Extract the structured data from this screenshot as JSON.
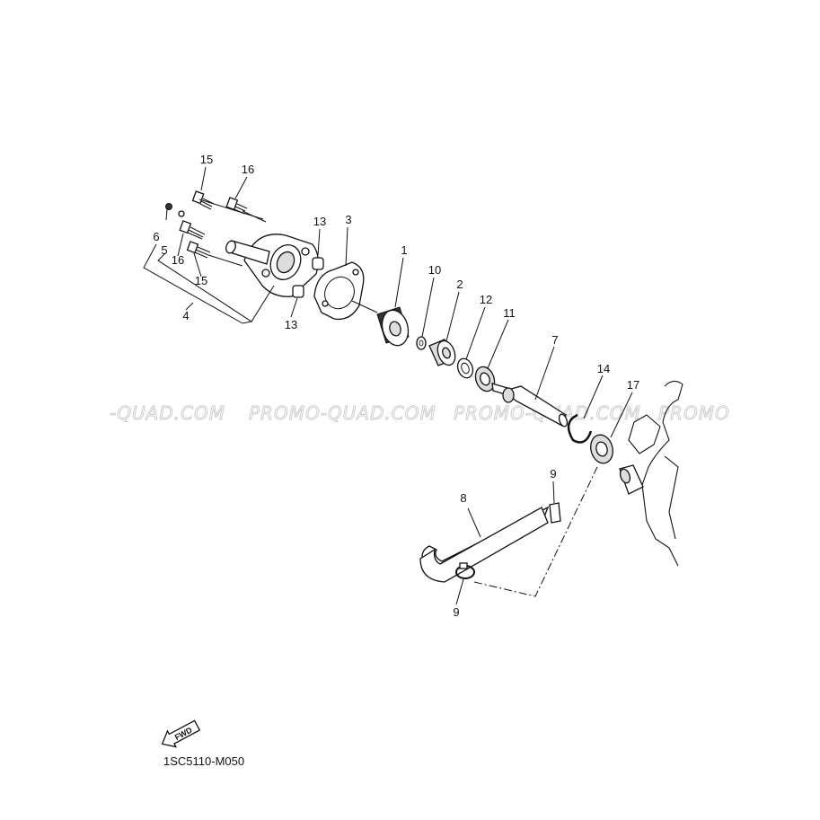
{
  "watermark": {
    "texts": [
      "-QUAD.COM",
      "PROMO-QUAD.COM",
      "PROMO-QUAD.COM",
      "PROMO"
    ],
    "color": "#c8c8c8"
  },
  "diagram_code": "1SC5110-M050",
  "fwd_label": "FWD",
  "callouts": {
    "c1": "1",
    "c2": "2",
    "c3": "3",
    "c4": "4",
    "c5": "5",
    "c6": "6",
    "c7": "7",
    "c8": "8",
    "c9a": "9",
    "c9b": "9",
    "c10": "10",
    "c11": "11",
    "c12": "12",
    "c13a": "13",
    "c13b": "13",
    "c14": "14",
    "c15a": "15",
    "c15b": "15",
    "c16a": "16",
    "c16b": "16",
    "c17": "17"
  }
}
